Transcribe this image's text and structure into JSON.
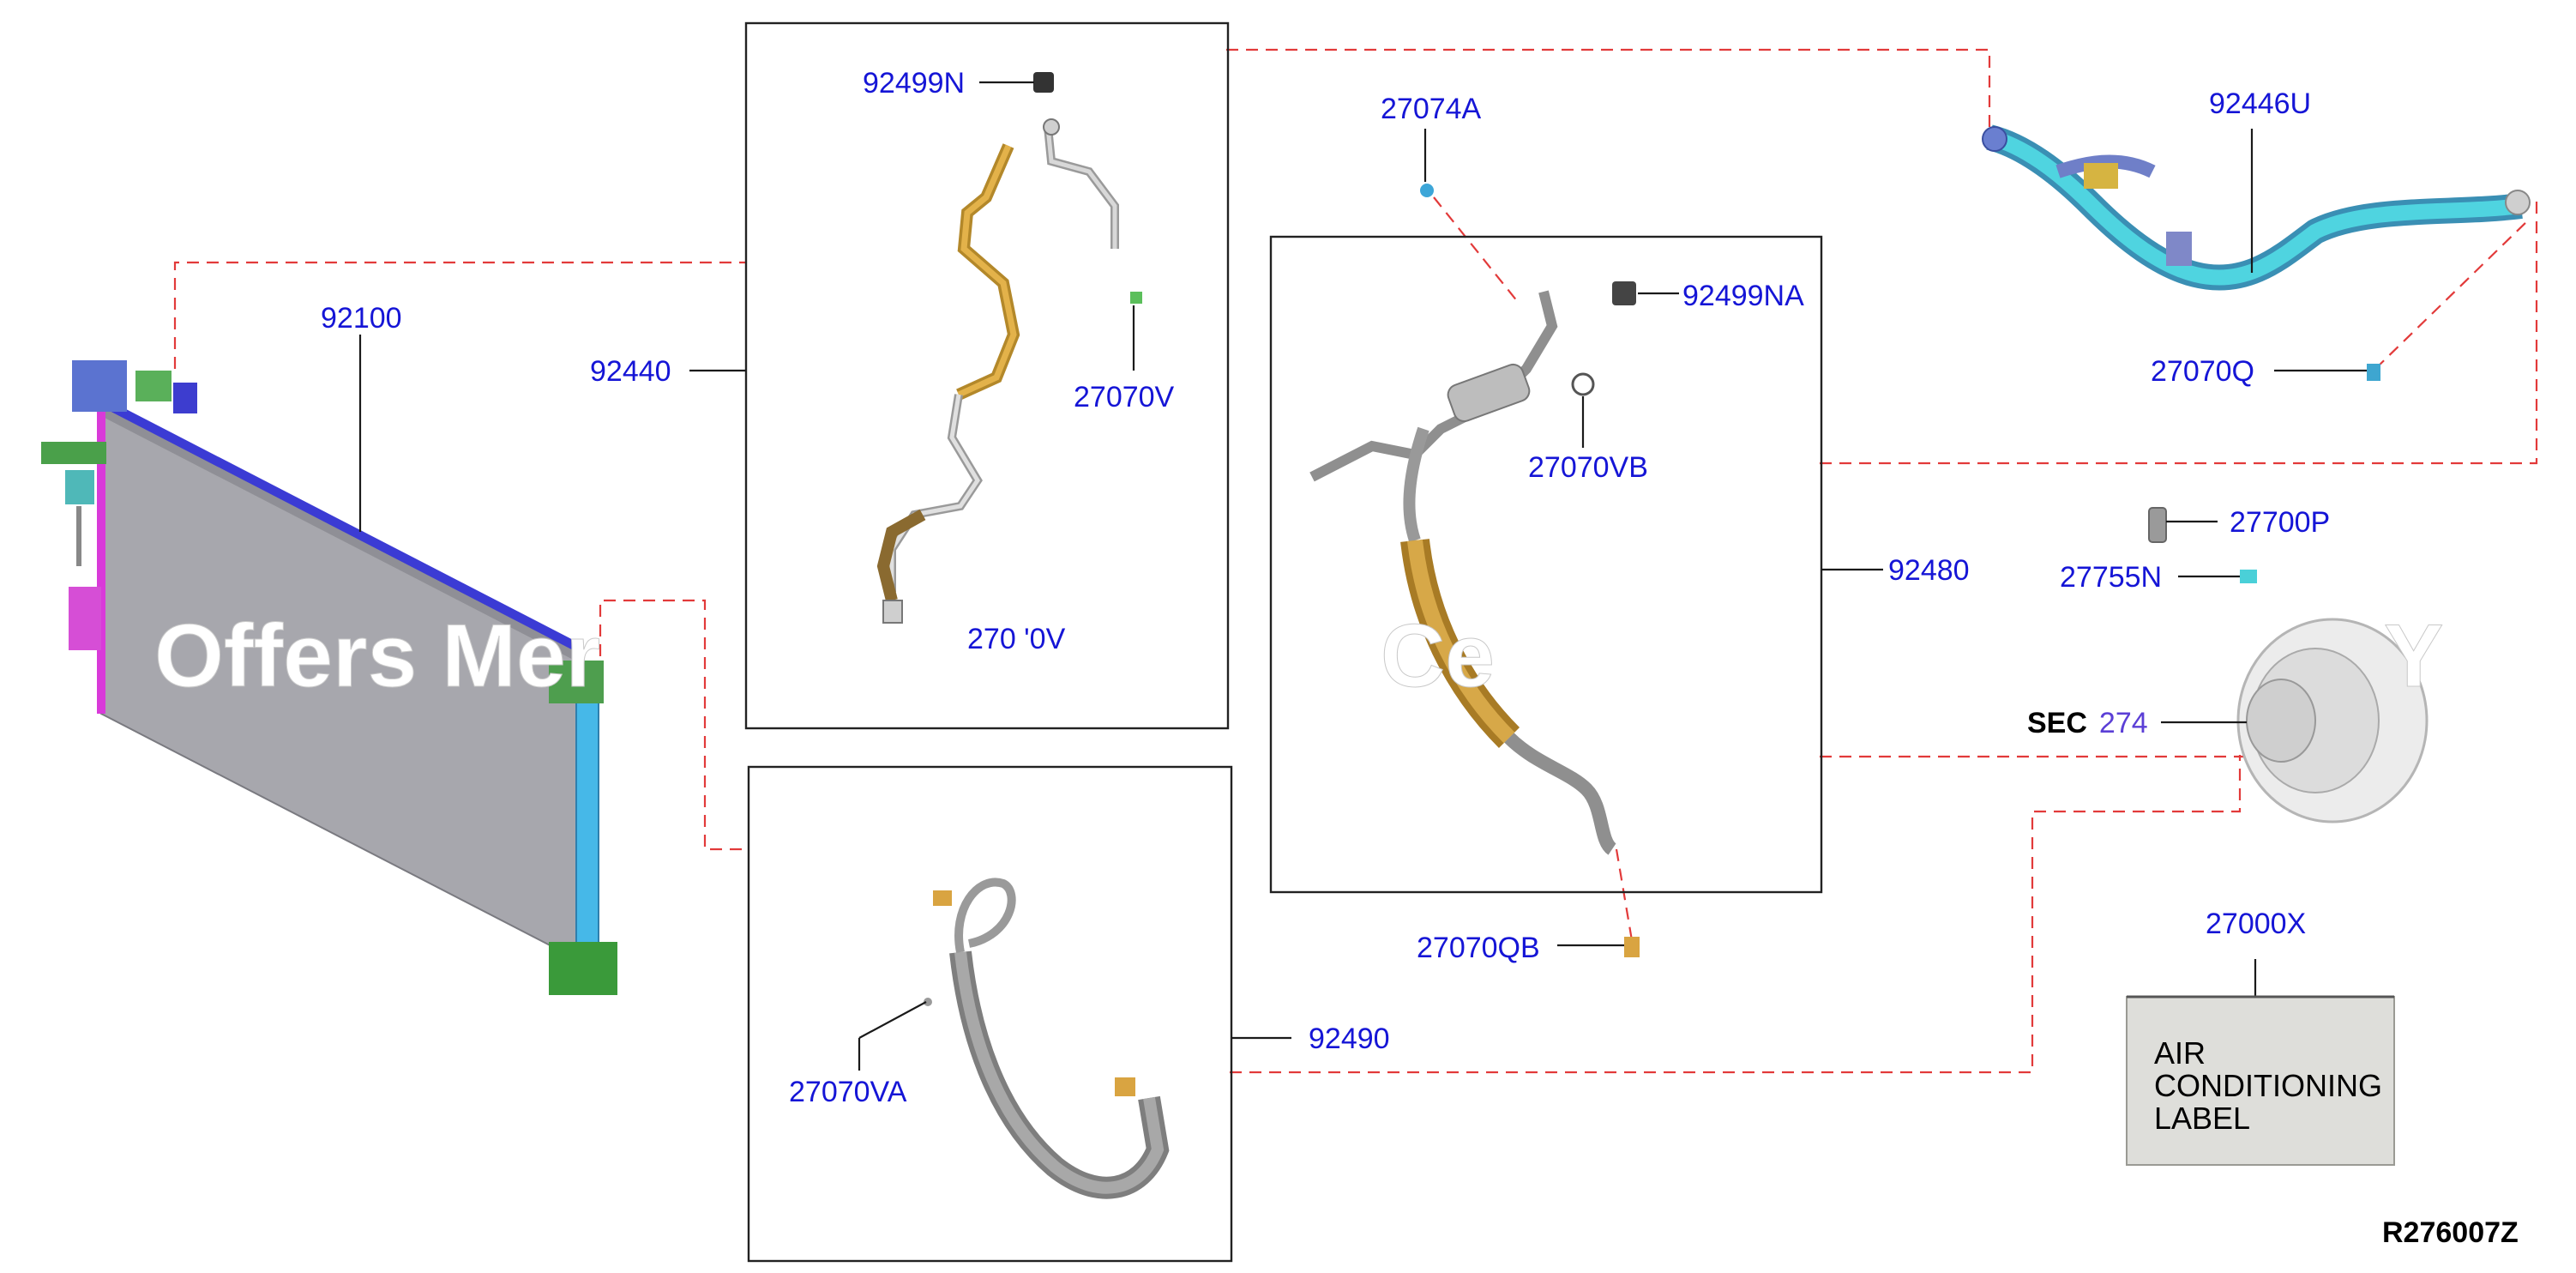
{
  "diagram": {
    "reference_code": "R276007Z",
    "watermark": "Offers Mer",
    "watermark_tail": "Ce",
    "watermark_end": "Y",
    "label_box": {
      "part_no": "27000X",
      "lines": [
        "AIR",
        "CONDITIONING",
        "LABEL"
      ]
    },
    "section_ref": {
      "prefix": "SEC",
      "number": "274"
    },
    "parts": [
      {
        "id": "92100"
      },
      {
        "id": "92440"
      },
      {
        "id": "92499N"
      },
      {
        "id": "27070V"
      },
      {
        "id": "27070V_partial",
        "text": "270 '0V"
      },
      {
        "id": "92490"
      },
      {
        "id": "27070VA"
      },
      {
        "id": "27074A"
      },
      {
        "id": "92499NA"
      },
      {
        "id": "27070VB"
      },
      {
        "id": "92480"
      },
      {
        "id": "27070QB"
      },
      {
        "id": "92446U"
      },
      {
        "id": "27070Q"
      },
      {
        "id": "27700P"
      },
      {
        "id": "27755N"
      }
    ]
  }
}
